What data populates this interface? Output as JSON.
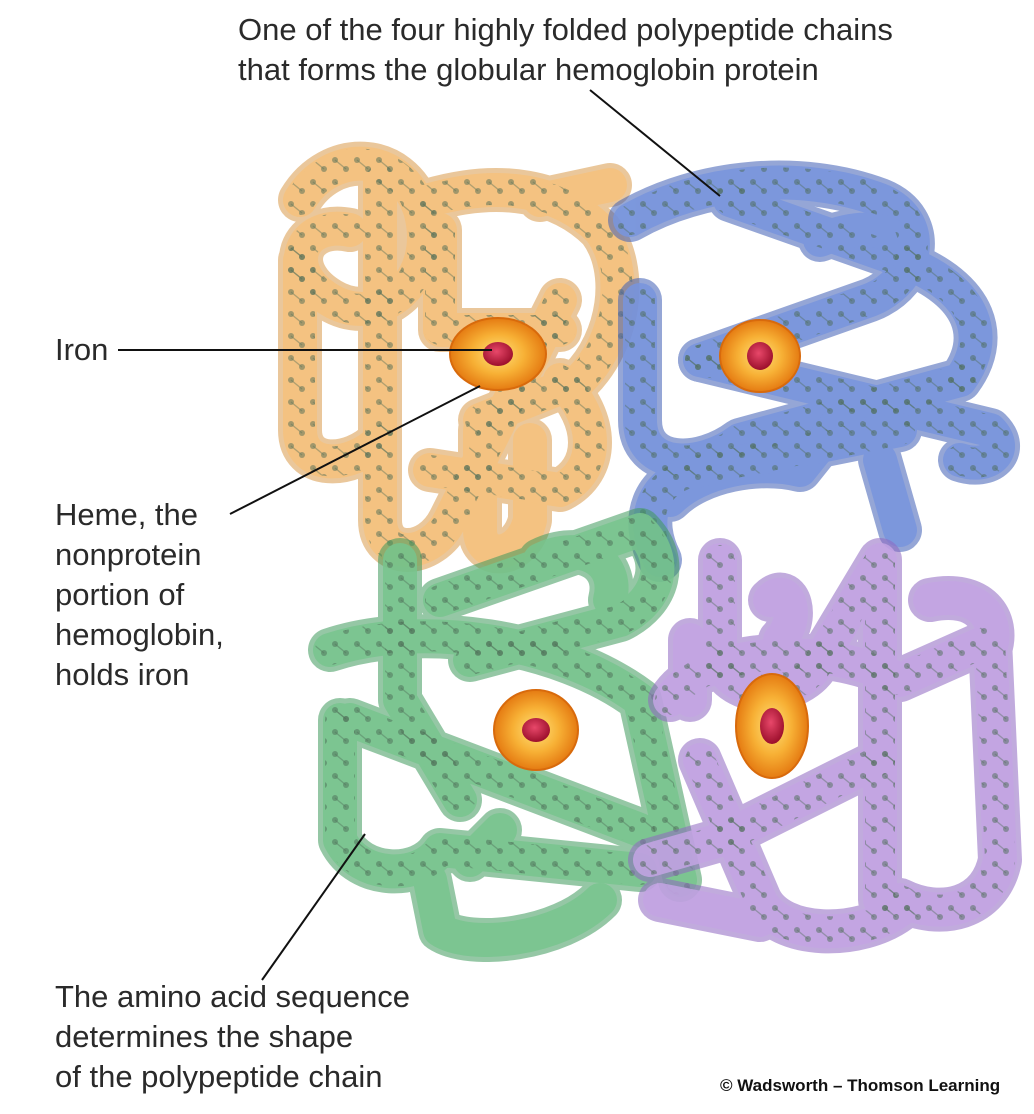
{
  "labels": {
    "chain": [
      "One of the four highly folded polypeptide chains",
      "that forms the globular hemoglobin protein"
    ],
    "iron": "Iron",
    "heme": [
      "Heme, the",
      "nonprotein",
      "portion of",
      "hemoglobin,",
      "holds iron"
    ],
    "amino": [
      "The amino acid sequence",
      "determines the shape",
      "of the polypeptide chain"
    ]
  },
  "credit": "© Wadsworth – Thomson Learning",
  "colors": {
    "orange_chain": "#f2b463",
    "blue_chain": "#5f7fd0",
    "green_chain": "#62b37a",
    "purple_chain": "#b592d8",
    "heme_ring": "#f39a1e",
    "iron_center": "#c0193a",
    "leader_line": "#111111"
  }
}
